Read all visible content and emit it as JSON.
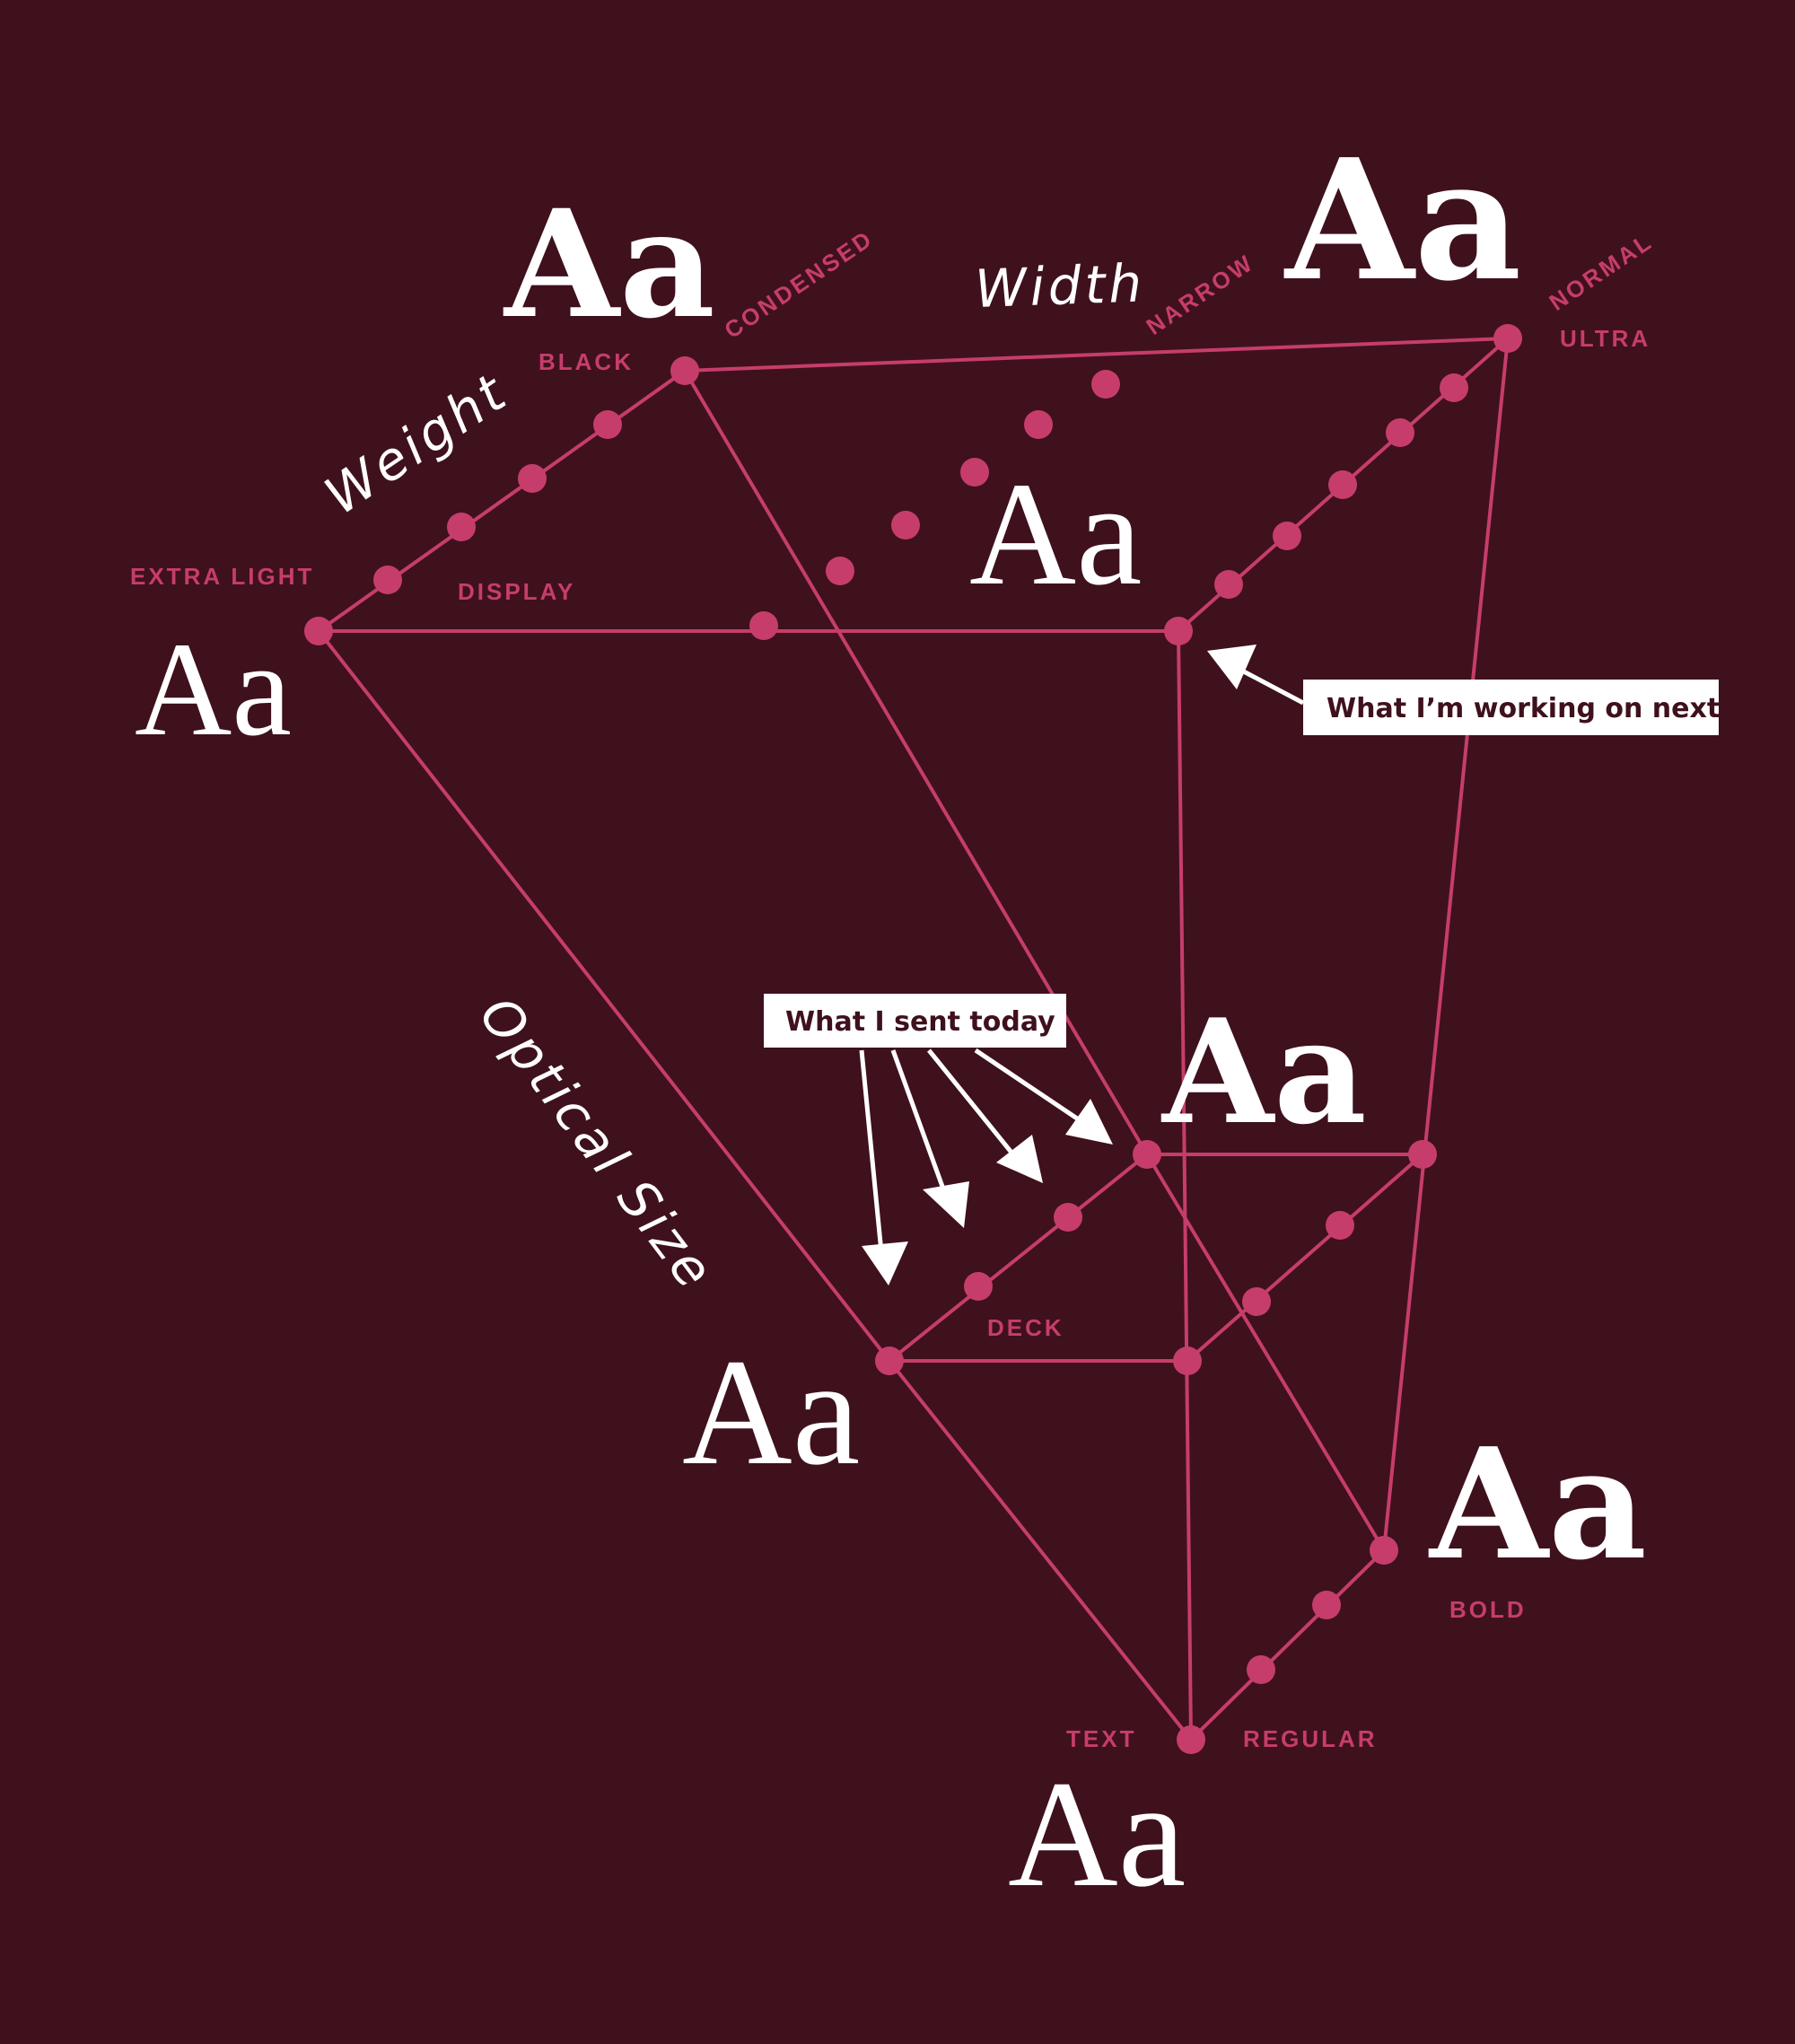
{
  "colors": {
    "background": "#3f111d",
    "accent": "#c63d6b",
    "foreground": "#ffffff"
  },
  "axes": {
    "weight": "Weight",
    "width": "Width",
    "optical_size": "Optical Size"
  },
  "labels": {
    "extra_light": "EXTRA LIGHT",
    "black": "BLACK",
    "condensed": "CONDENSED",
    "narrow": "NARROW",
    "normal": "NORMAL",
    "ultra": "ULTRA",
    "display": "DISPLAY",
    "deck": "DECK",
    "text": "TEXT",
    "regular": "REGULAR",
    "bold": "BOLD"
  },
  "specimen": "Aa",
  "callouts": {
    "sent_today": "What I sent today",
    "working_next": "What I’m working on next"
  }
}
